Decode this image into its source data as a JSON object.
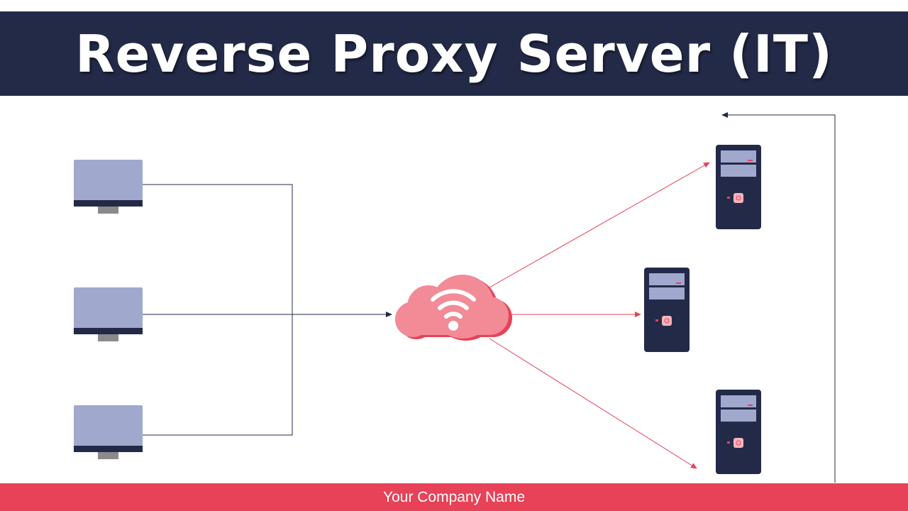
{
  "header": {
    "title": "Reverse Proxy Server (IT)"
  },
  "footer": {
    "company_name": "Your Company Name"
  },
  "colors": {
    "navy": "#232a48",
    "monitor_screen": "#a0a8cd",
    "monitor_stand": "#8a8a8a",
    "accent_red": "#e74258",
    "cloud_pink": "#f28b96",
    "line_dark": "#232a48"
  },
  "diagram": {
    "clients": [
      {
        "name": "client-computer-1",
        "icon": "monitor-icon"
      },
      {
        "name": "client-computer-2",
        "icon": "monitor-icon"
      },
      {
        "name": "client-computer-3",
        "icon": "monitor-icon"
      }
    ],
    "proxy": {
      "name": "proxy-cloud",
      "icon": "wifi-cloud-icon"
    },
    "servers": [
      {
        "name": "server-top",
        "icon": "server-tower-icon"
      },
      {
        "name": "server-middle",
        "icon": "server-tower-icon"
      },
      {
        "name": "server-bottom",
        "icon": "server-tower-icon"
      }
    ]
  }
}
